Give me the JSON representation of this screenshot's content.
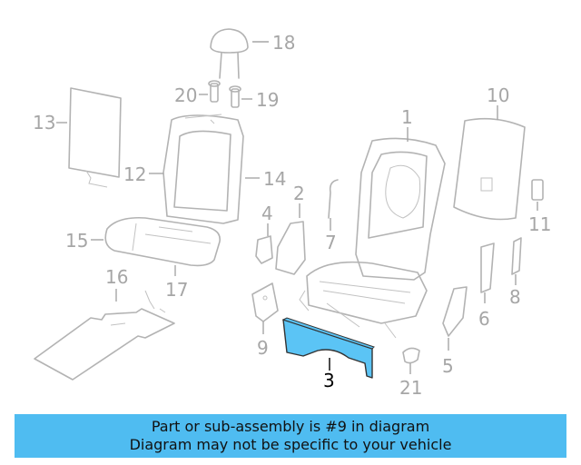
{
  "diagram": {
    "highlight_color": "#5bc4f5",
    "line_color": "#b3b3b3",
    "highlighted_part": "9",
    "callouts": [
      {
        "id": "c18",
        "label": "18"
      },
      {
        "id": "c20",
        "label": "20"
      },
      {
        "id": "c19",
        "label": "19"
      },
      {
        "id": "c13",
        "label": "13"
      },
      {
        "id": "c12",
        "label": "12"
      },
      {
        "id": "c14",
        "label": "14"
      },
      {
        "id": "c15",
        "label": "15"
      },
      {
        "id": "c17",
        "label": "17"
      },
      {
        "id": "c16",
        "label": "16"
      },
      {
        "id": "c1",
        "label": "1"
      },
      {
        "id": "c10",
        "label": "10"
      },
      {
        "id": "c2",
        "label": "2"
      },
      {
        "id": "c4",
        "label": "4"
      },
      {
        "id": "c7",
        "label": "7"
      },
      {
        "id": "c11",
        "label": "11"
      },
      {
        "id": "c8",
        "label": "8"
      },
      {
        "id": "c6",
        "label": "6"
      },
      {
        "id": "c5",
        "label": "5"
      },
      {
        "id": "c9",
        "label": "9"
      },
      {
        "id": "c3",
        "label": "3"
      },
      {
        "id": "c21",
        "label": "21"
      }
    ]
  },
  "banner": {
    "line1": "Part or sub-assembly is #9 in diagram",
    "line2": "Diagram may not be specific to your vehicle",
    "color": "#4fbcf1"
  }
}
